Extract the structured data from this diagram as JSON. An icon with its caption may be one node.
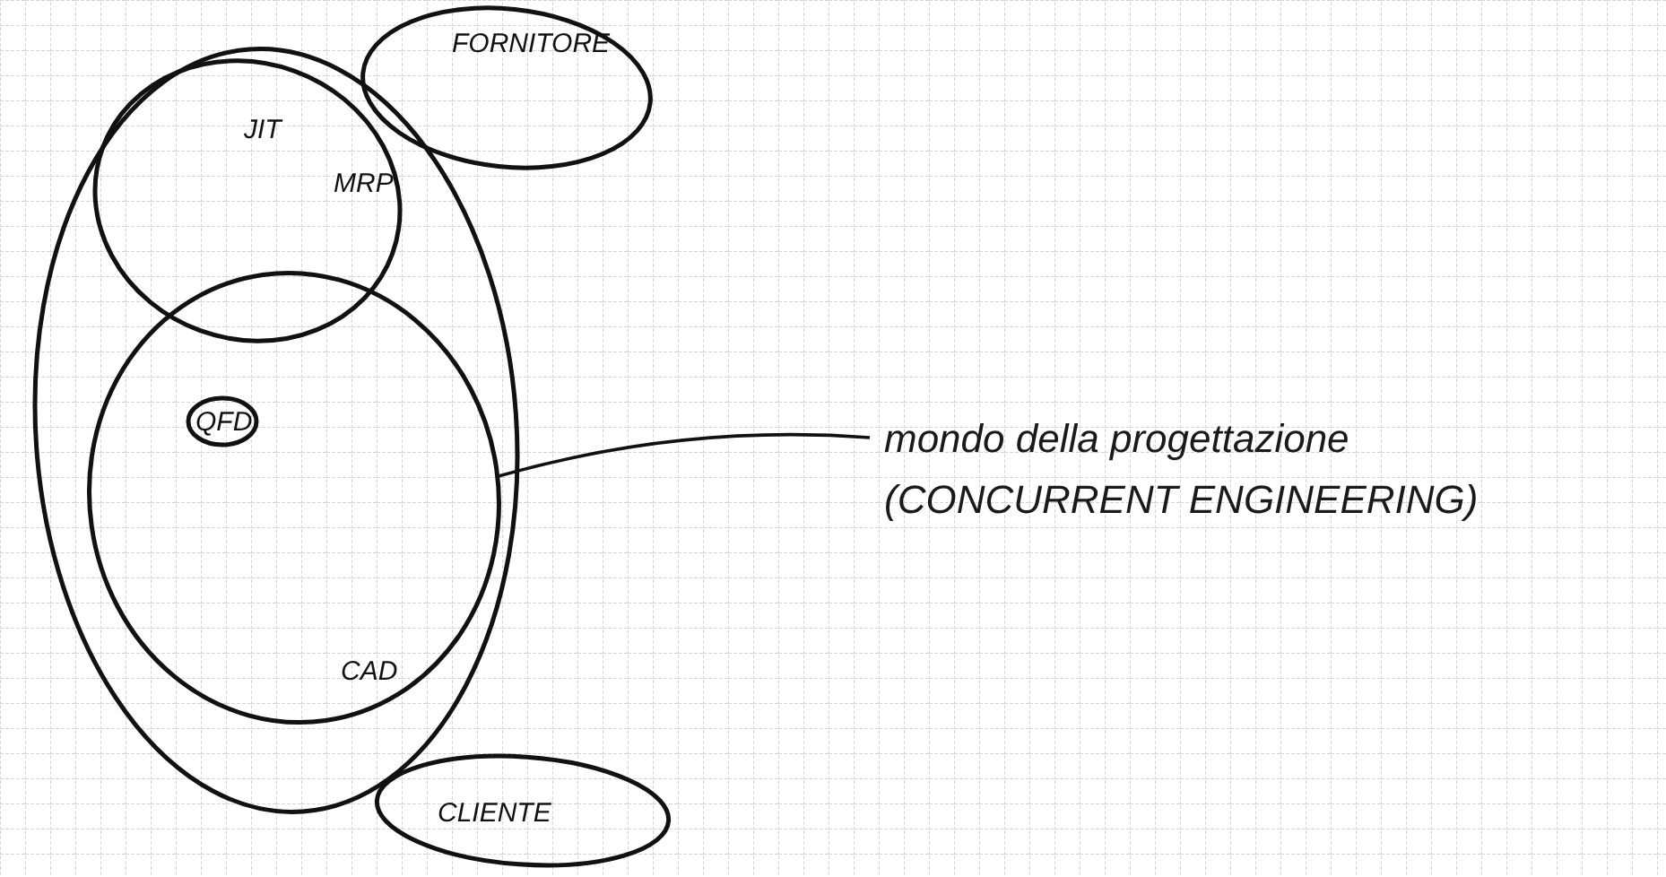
{
  "diagram": {
    "nodes": [
      {
        "text": [],
        "shape": "ellipse"
      },
      {
        "text": [
          "FORNITORE"
        ]
      },
      {
        "text": [
          "JIT",
          "MRP"
        ],
        "in": 0
      },
      {
        "text": [
          "CAD"
        ],
        "in": 0
      },
      {
        "text": [
          "QFD"
        ],
        "in": 3
      },
      {
        "text": [
          "CLIENTE"
        ]
      },
      {
        "text": [
          "mondo della progettazione (CONCURRENT ENGINEERING)"
        ]
      }
    ],
    "edges": [
      {
        "from": 6,
        "to": 3,
        "arrow": "none"
      }
    ]
  }
}
